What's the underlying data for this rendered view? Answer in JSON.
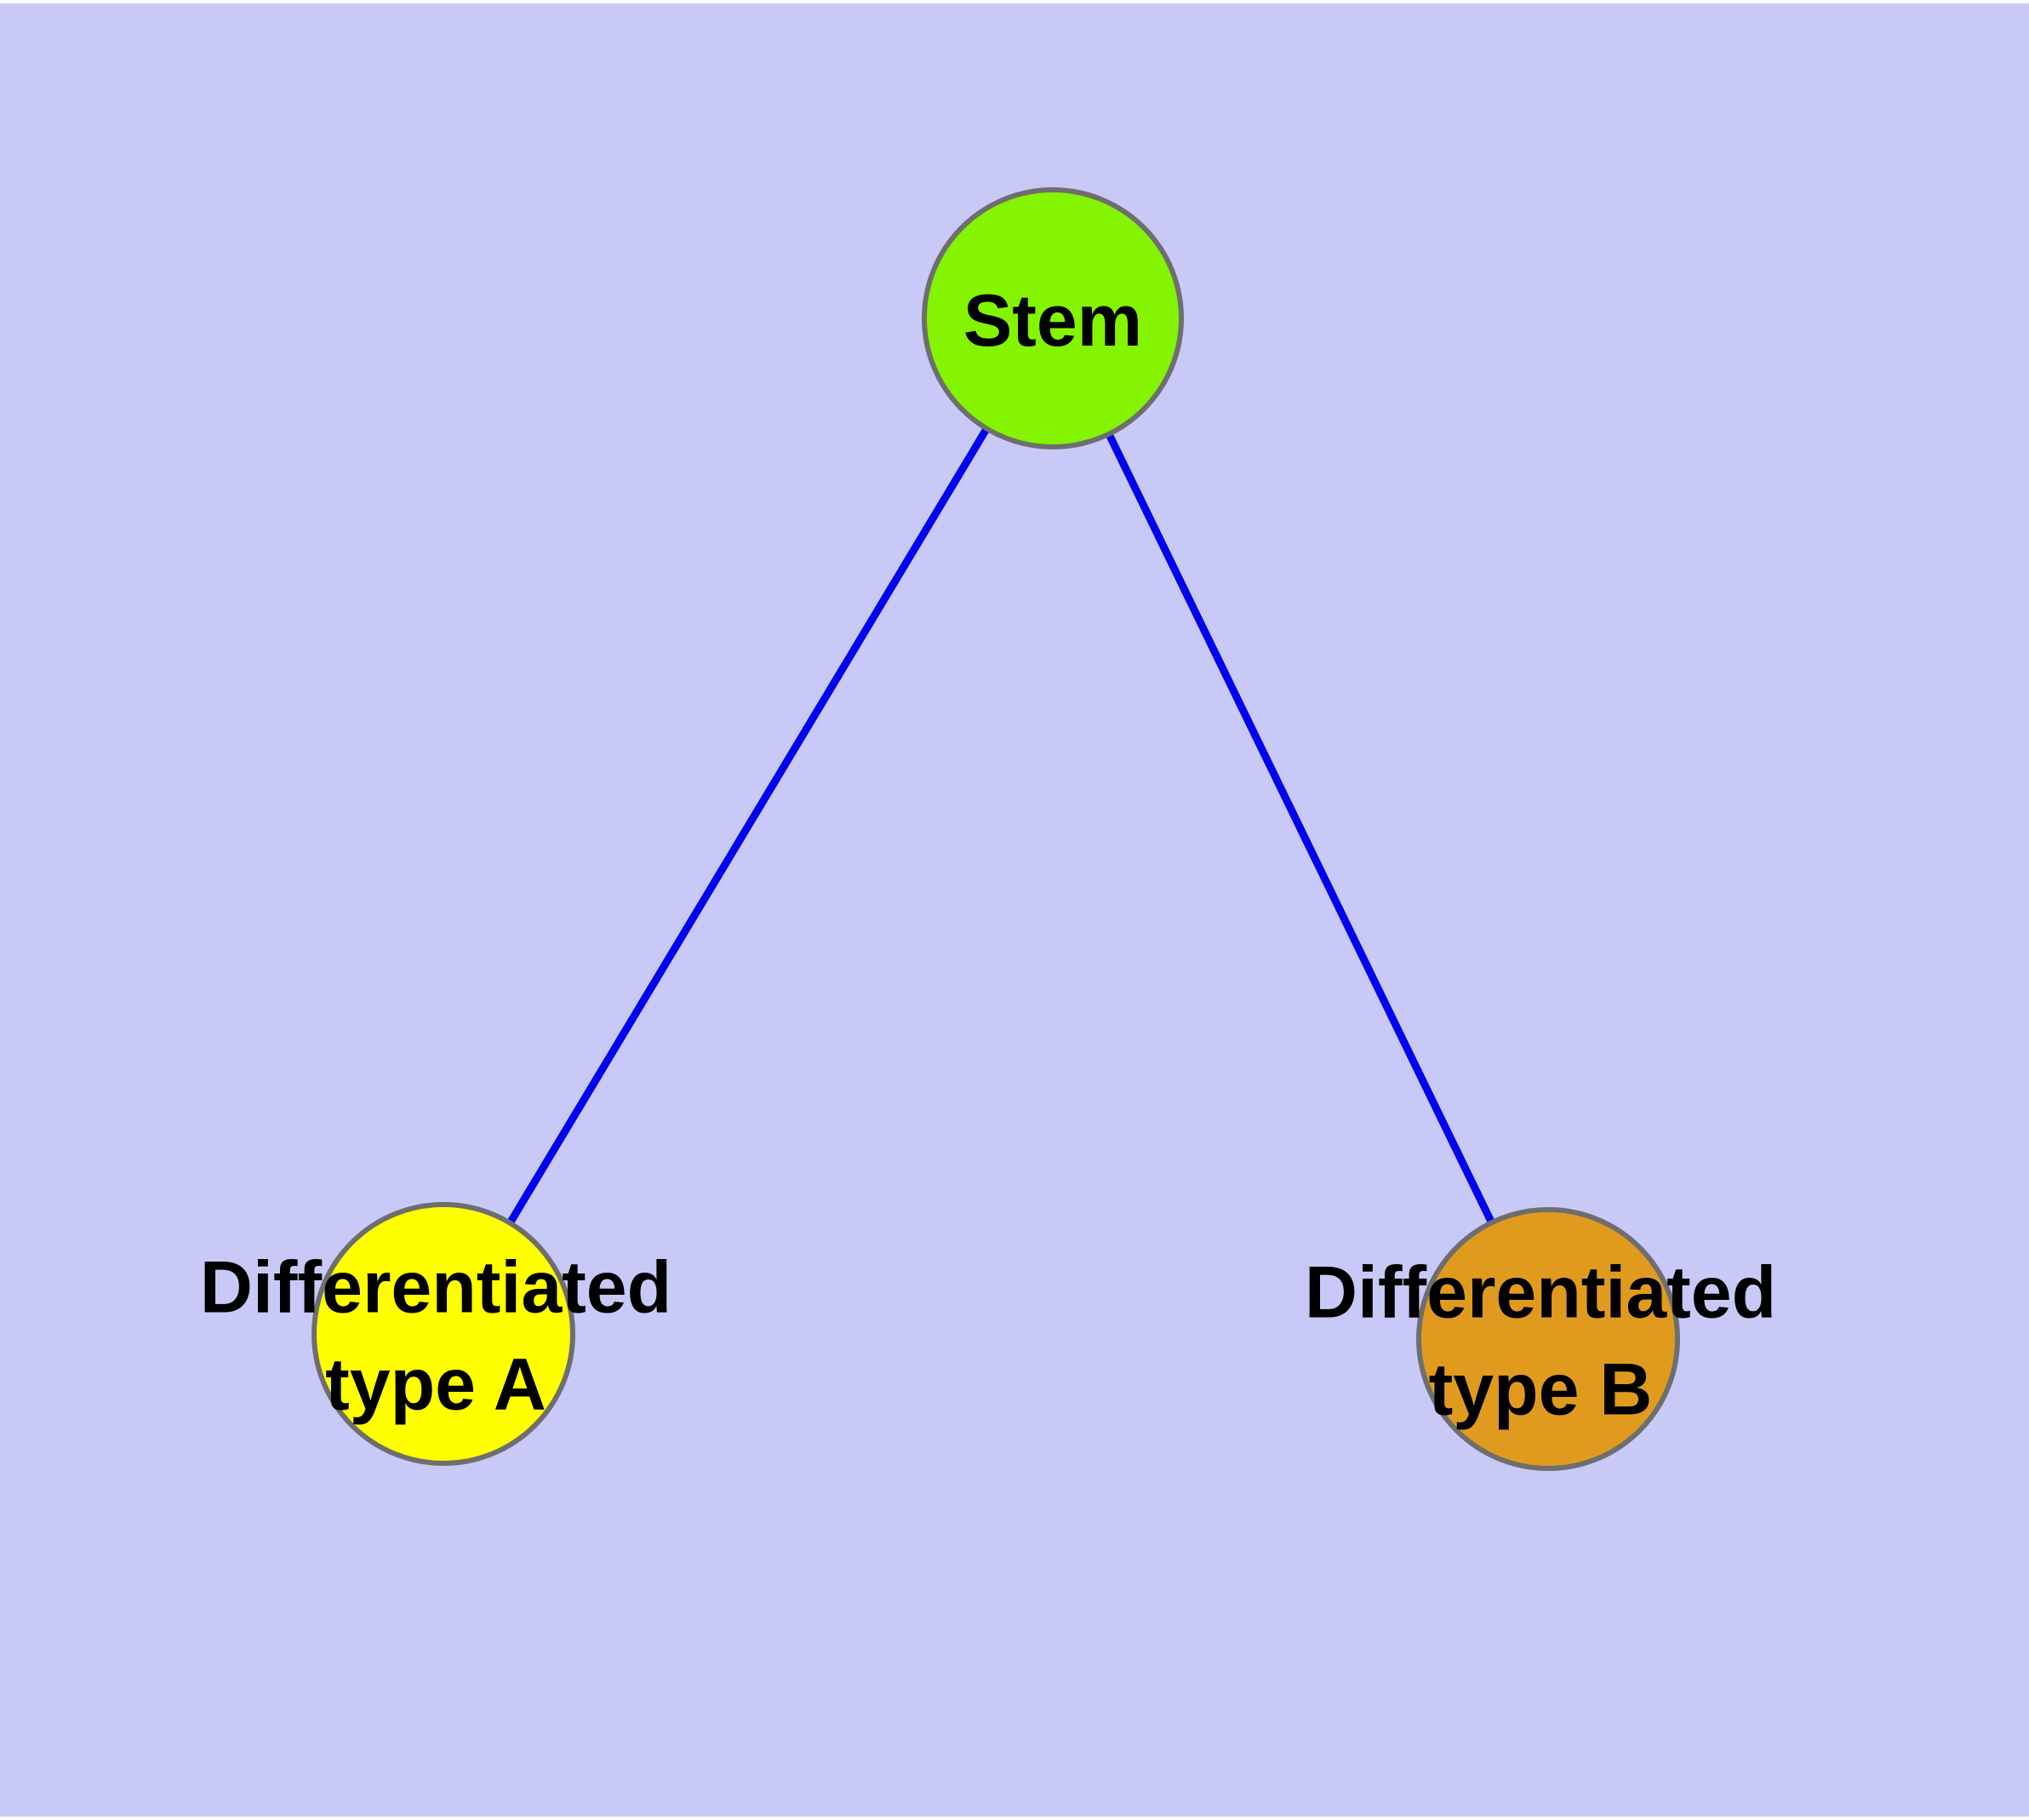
{
  "figure": {
    "type": "graph-diagram",
    "background_color": "#C9C9F7",
    "margin_color": "#FFFFFF",
    "edge_color": "#0000EE",
    "node_border_color": "#6E6E6E",
    "label_color": "#000000",
    "nodes": [
      {
        "id": "stem",
        "label": "Stem",
        "fill": "#84F400"
      },
      {
        "id": "differentiated-type-a",
        "label": "Differentiated\ntype A",
        "fill": "#FFFF00"
      },
      {
        "id": "differentiated-type-b",
        "label": "Differentiated\ntype B",
        "fill": "#E09B1E"
      }
    ],
    "edges": [
      {
        "from": "Stem",
        "to": "Differentiated type A"
      },
      {
        "from": "Stem",
        "to": "Differentiated type B"
      }
    ]
  }
}
